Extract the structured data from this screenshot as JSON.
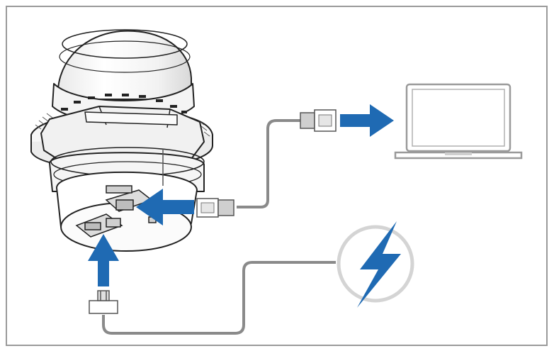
{
  "diagram": {
    "nodes": [
      {
        "id": "sensor-device",
        "icon": "sensor-device-icon"
      },
      {
        "id": "laptop",
        "icon": "laptop-icon"
      },
      {
        "id": "power-source",
        "icon": "lightning-bolt-icon"
      },
      {
        "id": "ethernet-connector",
        "icon": "rj45-connector-icon"
      },
      {
        "id": "ethernet-plug-laptop",
        "icon": "rj45-connector-icon"
      },
      {
        "id": "power-connector",
        "icon": "power-plug-icon"
      }
    ],
    "edges": [
      {
        "from": "sensor-device",
        "to": "laptop",
        "kind": "ethernet-cable"
      },
      {
        "from": "power-source",
        "to": "sensor-device",
        "kind": "power-cable"
      }
    ]
  },
  "colors": {
    "frame": "#9a9a9a",
    "arrow": "#1f6ab3",
    "cable": "#8a8a8a",
    "outline": "#222222",
    "connector_fill": "#cfcfcf",
    "power_ring": "#d4d4d4"
  }
}
